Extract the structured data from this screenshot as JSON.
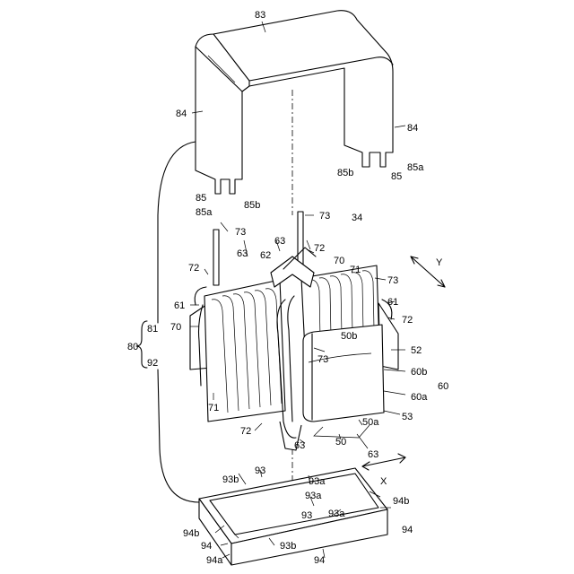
{
  "labels": {
    "l83": "83",
    "l84a": "84",
    "l84b": "84",
    "l85a": "85",
    "l85b": "85",
    "l85aa": "85a",
    "l85ab": "85a",
    "l85ba": "85b",
    "l85bb": "85b",
    "l73a": "73",
    "l73b": "73",
    "l73c": "73",
    "l73d": "73",
    "l34": "34",
    "l63a": "63",
    "l63b": "63",
    "l63c": "63",
    "l63d": "63",
    "l72a": "72",
    "l72b": "72",
    "l72c": "72",
    "l72d": "72",
    "l62": "62",
    "l70a": "70",
    "l70b": "70",
    "l71a": "71",
    "l71b": "71",
    "l61a": "61",
    "l61b": "61",
    "l50b": "50b",
    "l52": "52",
    "l60b": "60b",
    "l60a": "60a",
    "l60": "60",
    "l53": "53",
    "l50a": "50a",
    "l50": "50",
    "l81": "81",
    "l80": "80",
    "l92": "92",
    "lY": "Y",
    "lX": "X",
    "l93a": "93",
    "l93b": "93",
    "l93b1": "93b",
    "l93b2": "93b",
    "l93a1": "93a",
    "l93a2": "93a",
    "l93a3": "93a",
    "l94a": "94",
    "l94b": "94",
    "l94c": "94",
    "l94b1": "94b",
    "l94b2": "94b",
    "l94a1": "94a"
  }
}
